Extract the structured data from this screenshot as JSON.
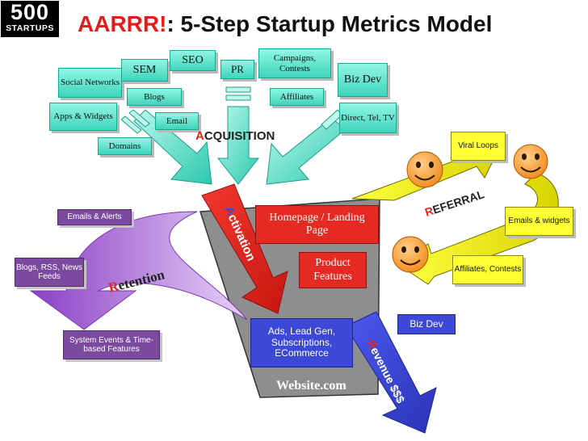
{
  "logo": {
    "number": "500",
    "subtitle": "STARTUPS"
  },
  "title": {
    "highlight": "AARRR!",
    "rest": ": 5-Step Startup Metrics Model"
  },
  "acquisition": {
    "label_first": "A",
    "label_rest": "CQUISITION",
    "channels": {
      "social": "Social Networks",
      "sem": "SEM",
      "seo": "SEO",
      "pr": "PR",
      "campaigns": "Campaigns, Contests",
      "bizdev": "Biz Dev",
      "blogs": "Blogs",
      "affiliates": "Affiliates",
      "apps": "Apps & Widgets",
      "email": "Email",
      "direct": "Direct, Tel, TV",
      "domains": "Domains"
    }
  },
  "activation": {
    "label_first": "A",
    "label_rest": "ctivation"
  },
  "funnel": {
    "homepage": "Homepage / Landing Page",
    "features": "Product Features",
    "ads": "Ads, Lead Gen, Subscriptions, ECommerce",
    "website": "Website.com"
  },
  "retention": {
    "label_first": "R",
    "label_rest": "etention",
    "items": {
      "emails": "Emails & Alerts",
      "blogs_rss": "Blogs, RSS, News Feeds",
      "system": "System Events & Time-based Features"
    }
  },
  "referral": {
    "label_first": "R",
    "label_rest": "EFERRAL",
    "items": {
      "viral": "Viral Loops",
      "emails_widgets": "Emails & widgets",
      "affiliates_contests": "Affiliates, Contests"
    }
  },
  "revenue": {
    "label_first": "R",
    "label_rest": "evenue $$$",
    "bizdev": "Biz Dev"
  },
  "colors": {
    "teal": "#3fd4bb",
    "purple": "#7b4a9e",
    "red": "#e42a22",
    "blue": "#3b49d6",
    "yellow": "#ffff33",
    "funnel": "#8e8e8e"
  },
  "icons": [
    "smiley-face-icon"
  ]
}
